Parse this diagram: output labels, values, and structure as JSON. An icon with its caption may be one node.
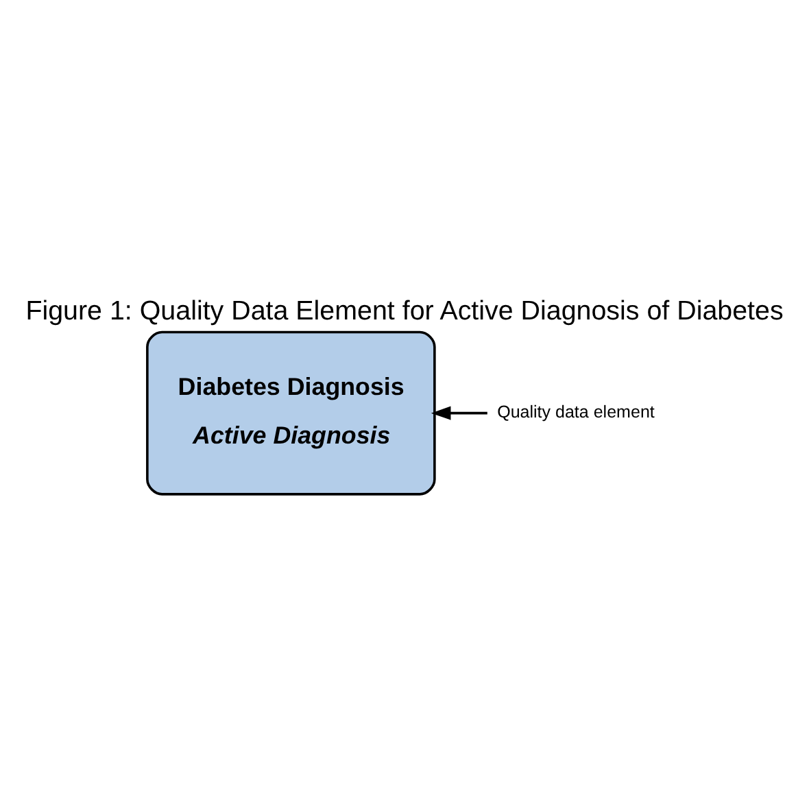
{
  "diagram": {
    "title": "Figure 1: Quality Data Element for Active Diagnosis of Diabetes",
    "nodes": [
      {
        "text": [
          "Diabetes Diagnosis",
          "Active Diagnosis"
        ]
      },
      {
        "text": [
          "Quality data element"
        ]
      }
    ],
    "edges": [
      {
        "from": 1,
        "to": 0,
        "arrow": "to"
      }
    ]
  }
}
